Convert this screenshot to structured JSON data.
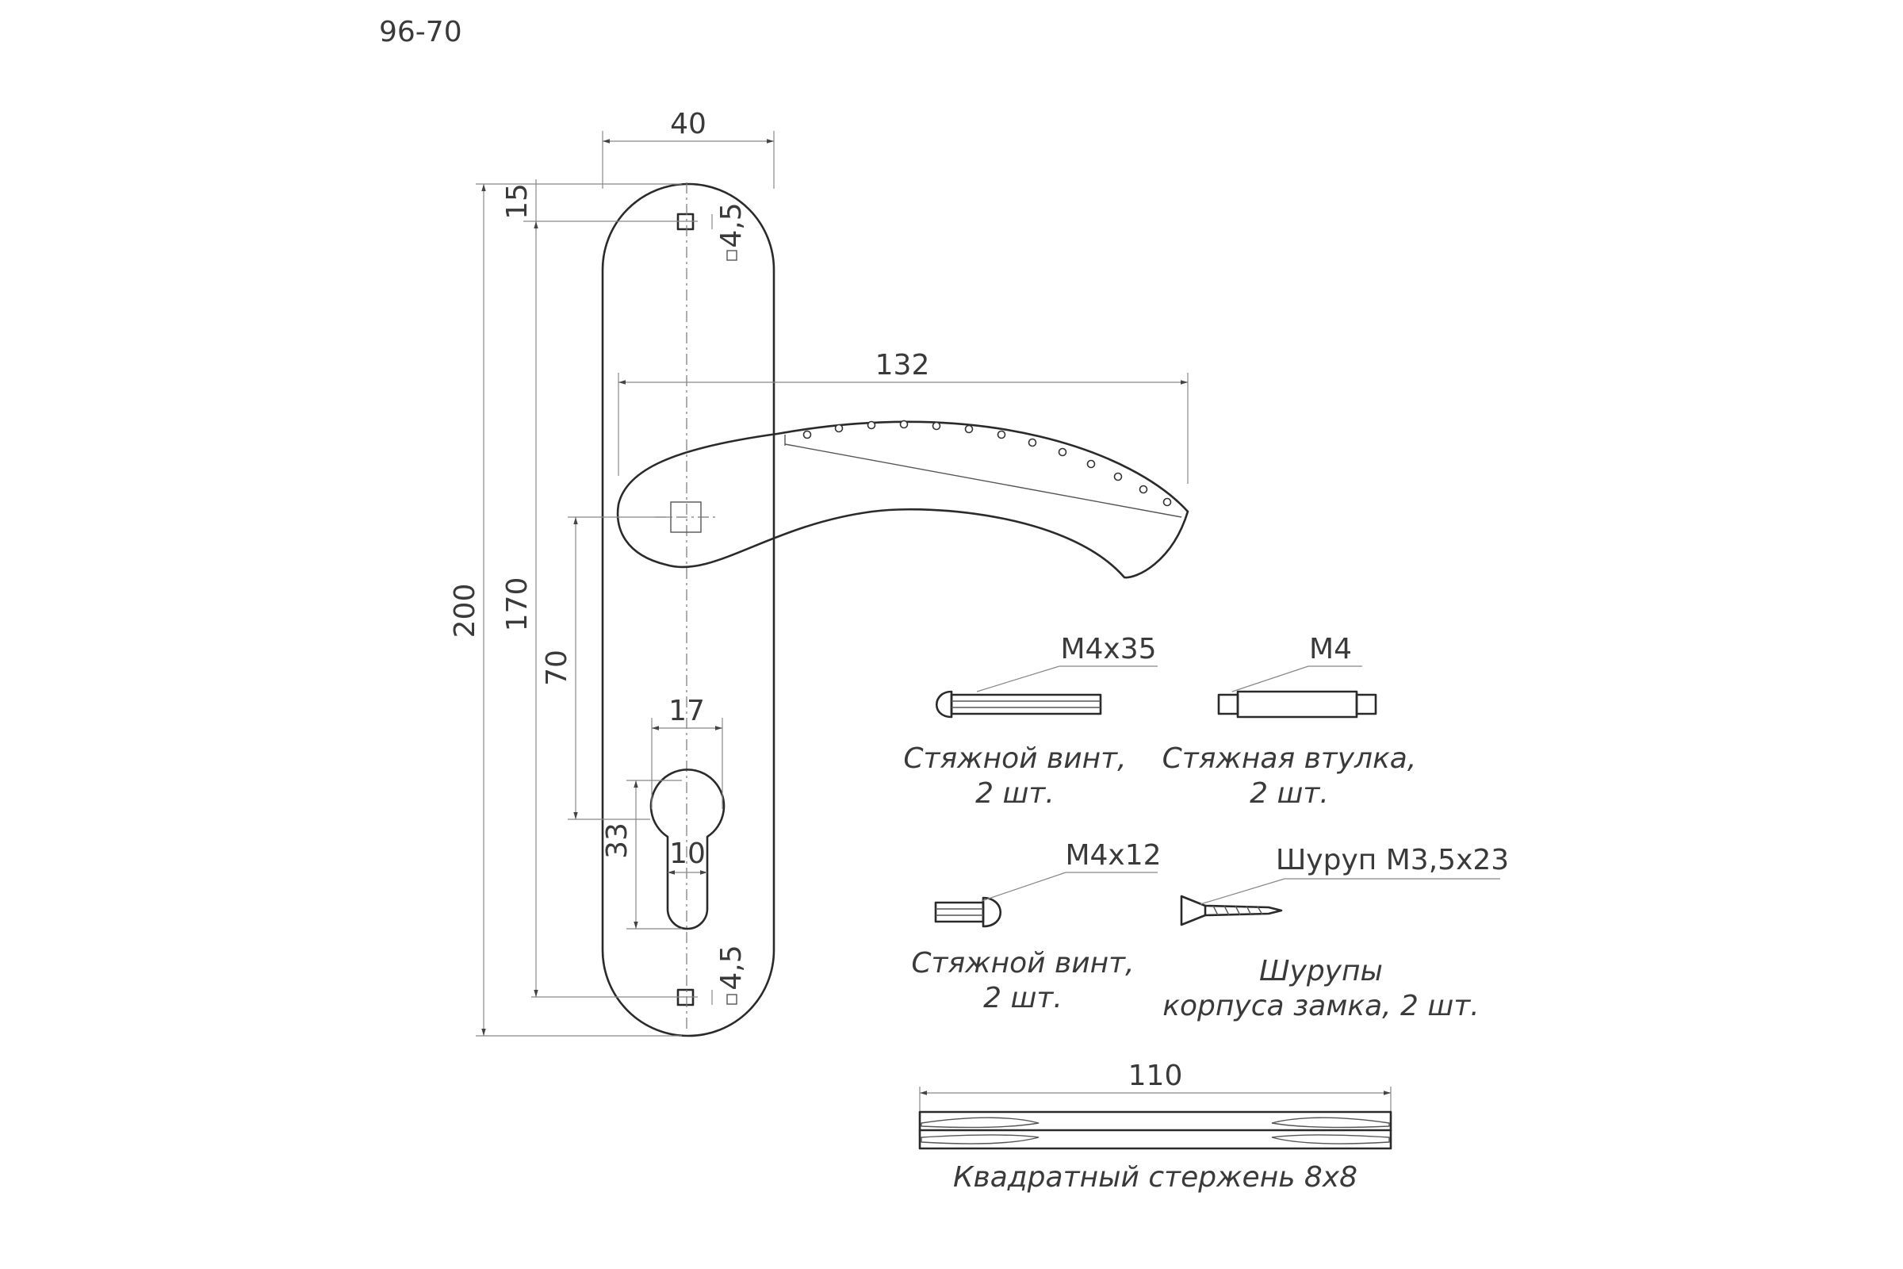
{
  "model": "96-70",
  "dimensions": {
    "plate_width": "40",
    "top_hole_offset": "15",
    "hole_size_top": "4,5",
    "handle_length": "132",
    "overall_height": "200",
    "hole_spacing": "170",
    "center_to_cylinder": "70",
    "cylinder_width": "17",
    "cylinder_height": "33",
    "cylinder_slot": "10",
    "hole_size_bottom": "4,5",
    "spindle_length": "110"
  },
  "parts": {
    "bolt_long": {
      "spec": "М4x35",
      "caption_line1": "Стяжной винт,",
      "caption_line2": "2 шт."
    },
    "sleeve": {
      "spec": "М4",
      "caption_line1": "Стяжная втулка,",
      "caption_line2": "2 шт."
    },
    "bolt_short": {
      "spec": "М4x12",
      "caption_line1": "Стяжной винт,",
      "caption_line2": "2 шт."
    },
    "screw": {
      "spec": "Шуруп М3,5x23",
      "caption_line1": "Шурупы",
      "caption_line2": "корпуса замка, 2 шт."
    },
    "spindle": {
      "caption": "Квадратный стержень 8x8"
    }
  }
}
